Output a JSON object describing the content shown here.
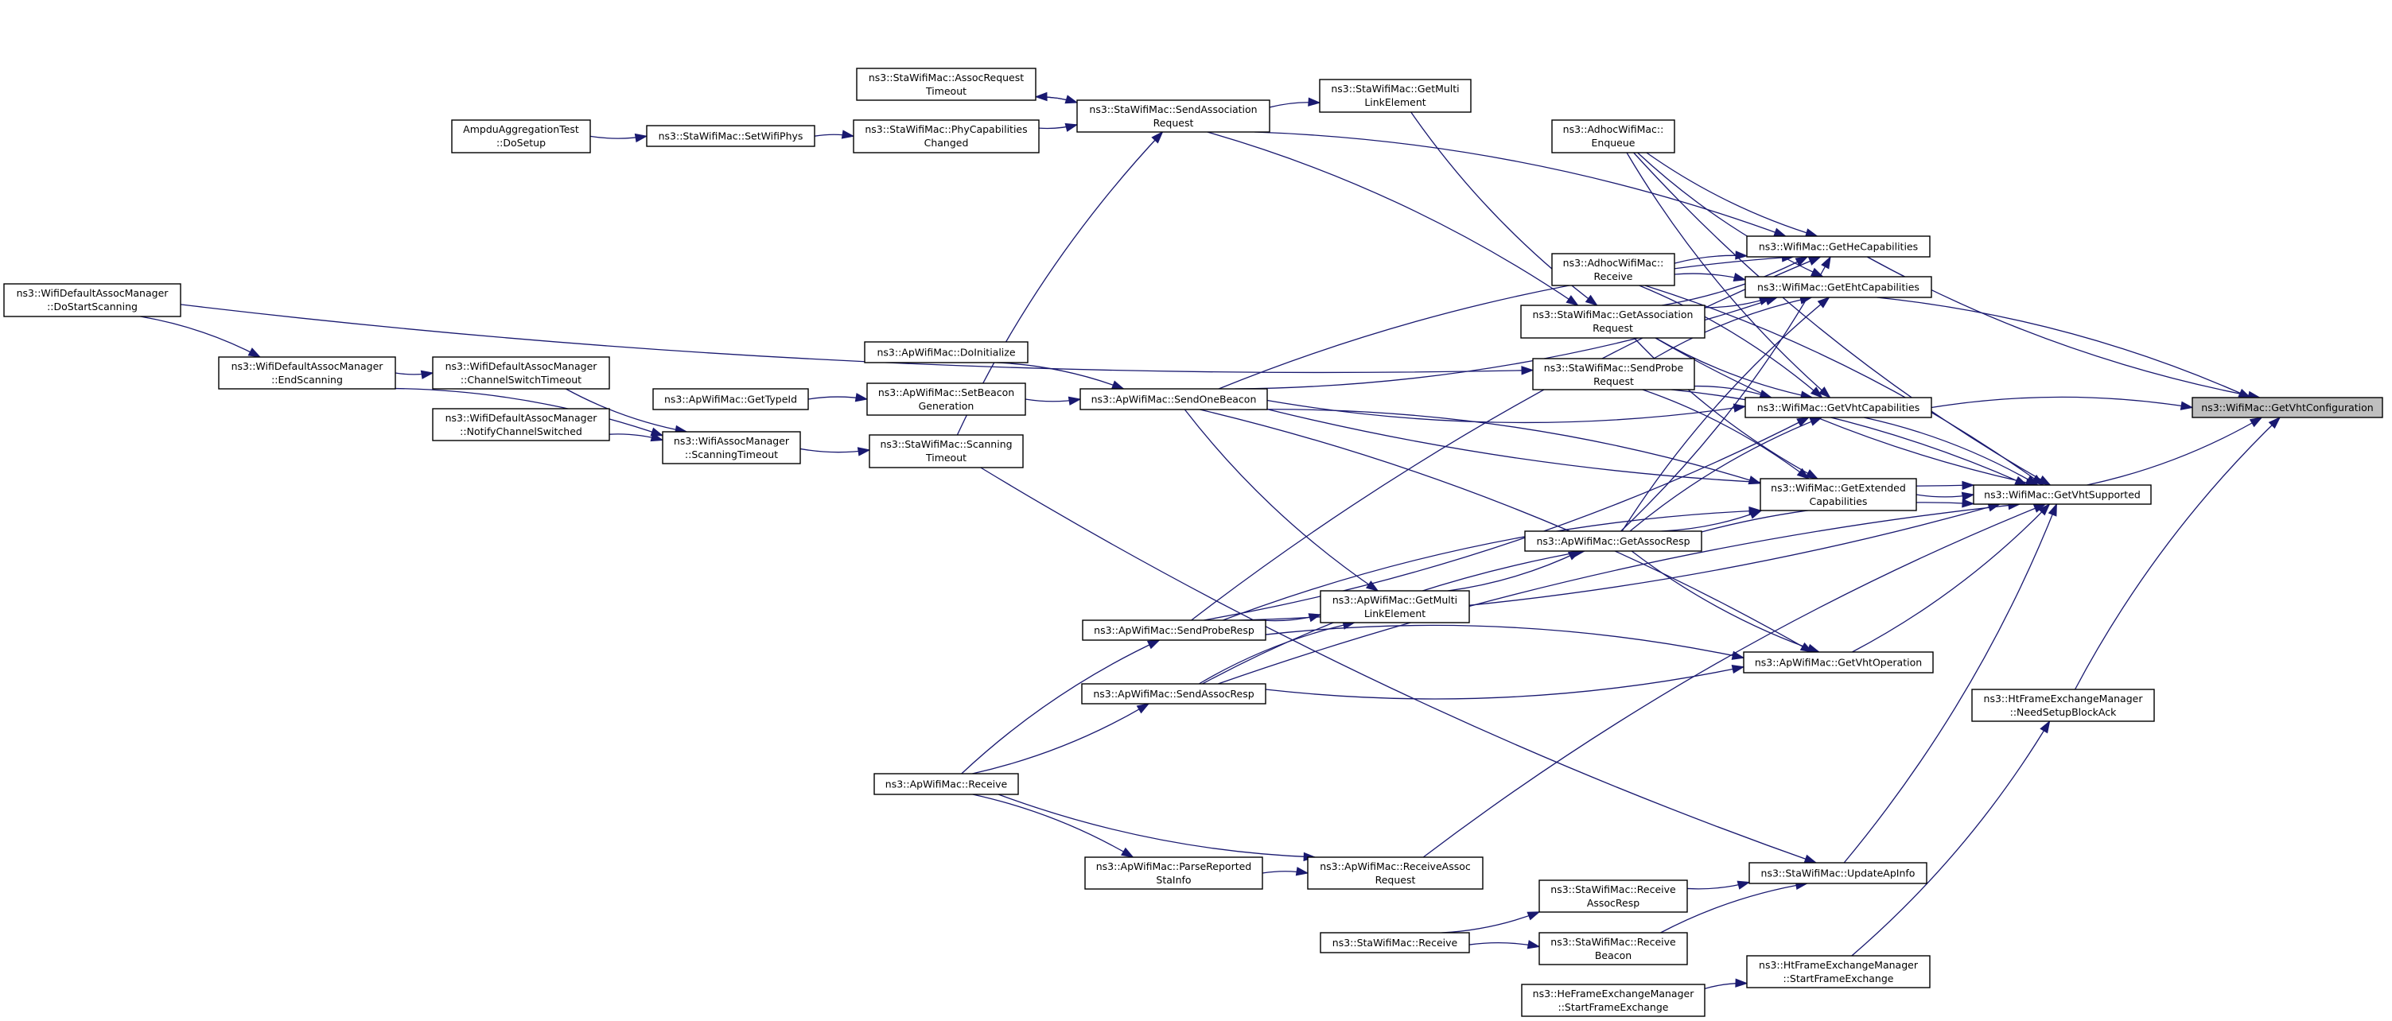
{
  "graph": {
    "edge_color": "#191970",
    "highlight_fill": "#bfbfbf",
    "focus_node": "getVhtConfiguration",
    "nodes": {
      "getVhtConfiguration": [
        "ns3::WifiMac::GetVhtConfiguration"
      ],
      "getVhtCapabilities": [
        "ns3::WifiMac::GetVhtCapabilities"
      ],
      "getHeCapabilities": [
        "ns3::WifiMac::GetHeCapabilities"
      ],
      "getEhtCapabilities": [
        "ns3::WifiMac::GetEhtCapabilities"
      ],
      "getVhtSupported": [
        "ns3::WifiMac::GetVhtSupported"
      ],
      "getExtendedCapabilities": [
        "ns3::WifiMac::GetExtended",
        "Capabilities"
      ],
      "needSetupBlockAck": [
        "ns3::HtFrameExchangeManager",
        "::NeedSetupBlockAck"
      ],
      "htStartFrameExchange": [
        "ns3::HtFrameExchangeManager",
        "::StartFrameExchange"
      ],
      "heStartFrameExchange": [
        "ns3::HeFrameExchangeManager",
        "::StartFrameExchange"
      ],
      "adhocEnqueue": [
        "ns3::AdhocWifiMac::",
        "Enqueue"
      ],
      "adhocReceive": [
        "ns3::AdhocWifiMac::",
        "Receive"
      ],
      "getAssociationRequest": [
        "ns3::StaWifiMac::GetAssociation",
        "Request"
      ],
      "sendProbeRequest": [
        "ns3::StaWifiMac::SendProbe",
        "Request"
      ],
      "staGetMultiLinkElement": [
        "ns3::StaWifiMac::GetMulti",
        "LinkElement"
      ],
      "sendAssociationRequest": [
        "ns3::StaWifiMac::SendAssociation",
        "Request"
      ],
      "assocRequestTimeout": [
        "ns3::StaWifiMac::AssocRequest",
        "Timeout"
      ],
      "phyCapabilitiesChanged": [
        "ns3::StaWifiMac::PhyCapabilities",
        "Changed"
      ],
      "setWifiPhys": [
        "ns3::StaWifiMac::SetWifiPhys"
      ],
      "doSetup": [
        "AmpduAggregationTest",
        "::DoSetup"
      ],
      "doStartScanning": [
        "ns3::WifiDefaultAssocManager",
        "::DoStartScanning"
      ],
      "endScanning": [
        "ns3::WifiDefaultAssocManager",
        "::EndScanning"
      ],
      "channelSwitchTimeout": [
        "ns3::WifiDefaultAssocManager",
        "::ChannelSwitchTimeout"
      ],
      "notifyChannelSwitched": [
        "ns3::WifiDefaultAssocManager",
        "::NotifyChannelSwitched"
      ],
      "wamScanningTimeout": [
        "ns3::WifiAssocManager",
        "::ScanningTimeout"
      ],
      "staScanningTimeout": [
        "ns3::StaWifiMac::Scanning",
        "Timeout"
      ],
      "getTypeId": [
        "ns3::ApWifiMac::GetTypeId"
      ],
      "setBeaconGeneration": [
        "ns3::ApWifiMac::SetBeacon",
        "Generation"
      ],
      "doInitialize": [
        "ns3::ApWifiMac::DoInitialize"
      ],
      "sendOneBeacon": [
        "ns3::ApWifiMac::SendOneBeacon"
      ],
      "getAssocResp": [
        "ns3::ApWifiMac::GetAssocResp"
      ],
      "apGetMultiLinkElement": [
        "ns3::ApWifiMac::GetMulti",
        "LinkElement"
      ],
      "getVhtOperation": [
        "ns3::ApWifiMac::GetVhtOperation"
      ],
      "sendProbeResp": [
        "ns3::ApWifiMac::SendProbeResp"
      ],
      "sendAssocResp": [
        "ns3::ApWifiMac::SendAssocResp"
      ],
      "apReceive": [
        "ns3::ApWifiMac::Receive"
      ],
      "parseReportedStaInfo": [
        "ns3::ApWifiMac::ParseReported",
        "StaInfo"
      ],
      "receiveAssocRequest": [
        "ns3::ApWifiMac::ReceiveAssoc",
        "Request"
      ],
      "updateApInfo": [
        "ns3::StaWifiMac::UpdateApInfo"
      ],
      "receiveAssocResp": [
        "ns3::StaWifiMac::Receive",
        "AssocResp"
      ],
      "receiveBeacon": [
        "ns3::StaWifiMac::Receive",
        "Beacon"
      ],
      "staReceive": [
        "ns3::StaWifiMac::Receive"
      ]
    },
    "edges": [
      [
        "getVhtCapabilities",
        "getVhtConfiguration"
      ],
      [
        "getHeCapabilities",
        "getVhtConfiguration"
      ],
      [
        "getEhtCapabilities",
        "getVhtConfiguration"
      ],
      [
        "getVhtSupported",
        "getVhtConfiguration"
      ],
      [
        "needSetupBlockAck",
        "getVhtConfiguration"
      ],
      [
        "getExtendedCapabilities",
        "getVhtSupported"
      ],
      [
        "getVhtCapabilities",
        "getVhtSupported"
      ],
      [
        "adhocEnqueue",
        "getVhtSupported"
      ],
      [
        "adhocReceive",
        "getVhtSupported"
      ],
      [
        "getAssociationRequest",
        "getVhtSupported"
      ],
      [
        "sendProbeRequest",
        "getVhtSupported"
      ],
      [
        "sendOneBeacon",
        "getVhtSupported"
      ],
      [
        "getAssocResp",
        "getVhtSupported"
      ],
      [
        "sendProbeResp",
        "getVhtSupported"
      ],
      [
        "sendAssocResp",
        "getVhtSupported"
      ],
      [
        "getVhtOperation",
        "getVhtSupported"
      ],
      [
        "receiveAssocRequest",
        "getVhtSupported"
      ],
      [
        "updateApInfo",
        "getVhtSupported"
      ],
      [
        "sendProbeResp",
        "getHeCapabilities"
      ],
      [
        "adhocEnqueue",
        "getHeCapabilities"
      ],
      [
        "adhocReceive",
        "getHeCapabilities"
      ],
      [
        "getAssociationRequest",
        "getHeCapabilities"
      ],
      [
        "sendOneBeacon",
        "getHeCapabilities"
      ],
      [
        "getAssocResp",
        "getHeCapabilities"
      ],
      [
        "sendAssociationRequest",
        "getHeCapabilities"
      ],
      [
        "adhocEnqueue",
        "getEhtCapabilities"
      ],
      [
        "adhocReceive",
        "getEhtCapabilities"
      ],
      [
        "getAssociationRequest",
        "getEhtCapabilities"
      ],
      [
        "sendProbeRequest",
        "getEhtCapabilities"
      ],
      [
        "sendOneBeacon",
        "getEhtCapabilities"
      ],
      [
        "getAssocResp",
        "getEhtCapabilities"
      ],
      [
        "sendOneBeacon",
        "getVhtCapabilities"
      ],
      [
        "sendProbeRequest",
        "getVhtCapabilities"
      ],
      [
        "getAssociationRequest",
        "getVhtCapabilities"
      ],
      [
        "adhocReceive",
        "getVhtCapabilities"
      ],
      [
        "adhocEnqueue",
        "getVhtCapabilities"
      ],
      [
        "getAssocResp",
        "getVhtCapabilities"
      ],
      [
        "sendProbeResp",
        "getVhtCapabilities"
      ],
      [
        "sendOneBeacon",
        "getExtendedCapabilities"
      ],
      [
        "getAssociationRequest",
        "getExtendedCapabilities"
      ],
      [
        "sendProbeRequest",
        "getExtendedCapabilities"
      ],
      [
        "getAssocResp",
        "getExtendedCapabilities"
      ],
      [
        "sendProbeResp",
        "getExtendedCapabilities"
      ],
      [
        "getAssocResp",
        "getVhtOperation"
      ],
      [
        "sendProbeResp",
        "getVhtOperation"
      ],
      [
        "sendAssocResp",
        "getVhtOperation"
      ],
      [
        "sendOneBeacon",
        "getVhtOperation"
      ],
      [
        "apGetMultiLinkElement",
        "getAssocResp"
      ],
      [
        "sendAssocResp",
        "getAssocResp"
      ],
      [
        "sendProbeResp",
        "apGetMultiLinkElement"
      ],
      [
        "sendAssocResp",
        "apGetMultiLinkElement"
      ],
      [
        "sendOneBeacon",
        "apGetMultiLinkElement"
      ],
      [
        "apReceive",
        "sendProbeResp"
      ],
      [
        "apReceive",
        "sendAssocResp"
      ],
      [
        "apReceive",
        "parseReportedStaInfo"
      ],
      [
        "apReceive",
        "receiveAssocRequest"
      ],
      [
        "parseReportedStaInfo",
        "receiveAssocRequest"
      ],
      [
        "staReceive",
        "receiveAssocResp"
      ],
      [
        "staReceive",
        "receiveBeacon"
      ],
      [
        "receiveAssocResp",
        "updateApInfo"
      ],
      [
        "receiveBeacon",
        "updateApInfo"
      ],
      [
        "staScanningTimeout",
        "updateApInfo"
      ],
      [
        "heStartFrameExchange",
        "htStartFrameExchange"
      ],
      [
        "htStartFrameExchange",
        "needSetupBlockAck"
      ],
      [
        "staScanningTimeout",
        "sendAssociationRequest"
      ],
      [
        "phyCapabilitiesChanged",
        "sendAssociationRequest"
      ],
      [
        "assocRequestTimeout",
        "sendAssociationRequest"
      ],
      [
        "sendAssociationRequest",
        "assocRequestTimeout"
      ],
      [
        "setWifiPhys",
        "phyCapabilitiesChanged"
      ],
      [
        "doSetup",
        "setWifiPhys"
      ],
      [
        "sendAssociationRequest",
        "staGetMultiLinkElement"
      ],
      [
        "staGetMultiLinkElement",
        "getAssociationRequest"
      ],
      [
        "sendAssociationRequest",
        "getAssociationRequest"
      ],
      [
        "doStartScanning",
        "sendProbeRequest"
      ],
      [
        "doStartScanning",
        "endScanning"
      ],
      [
        "endScanning",
        "channelSwitchTimeout"
      ],
      [
        "endScanning",
        "wamScanningTimeout"
      ],
      [
        "channelSwitchTimeout",
        "wamScanningTimeout"
      ],
      [
        "notifyChannelSwitched",
        "wamScanningTimeout"
      ],
      [
        "wamScanningTimeout",
        "staScanningTimeout"
      ],
      [
        "getTypeId",
        "setBeaconGeneration"
      ],
      [
        "setBeaconGeneration",
        "sendOneBeacon"
      ],
      [
        "doInitialize",
        "sendOneBeacon"
      ]
    ]
  }
}
